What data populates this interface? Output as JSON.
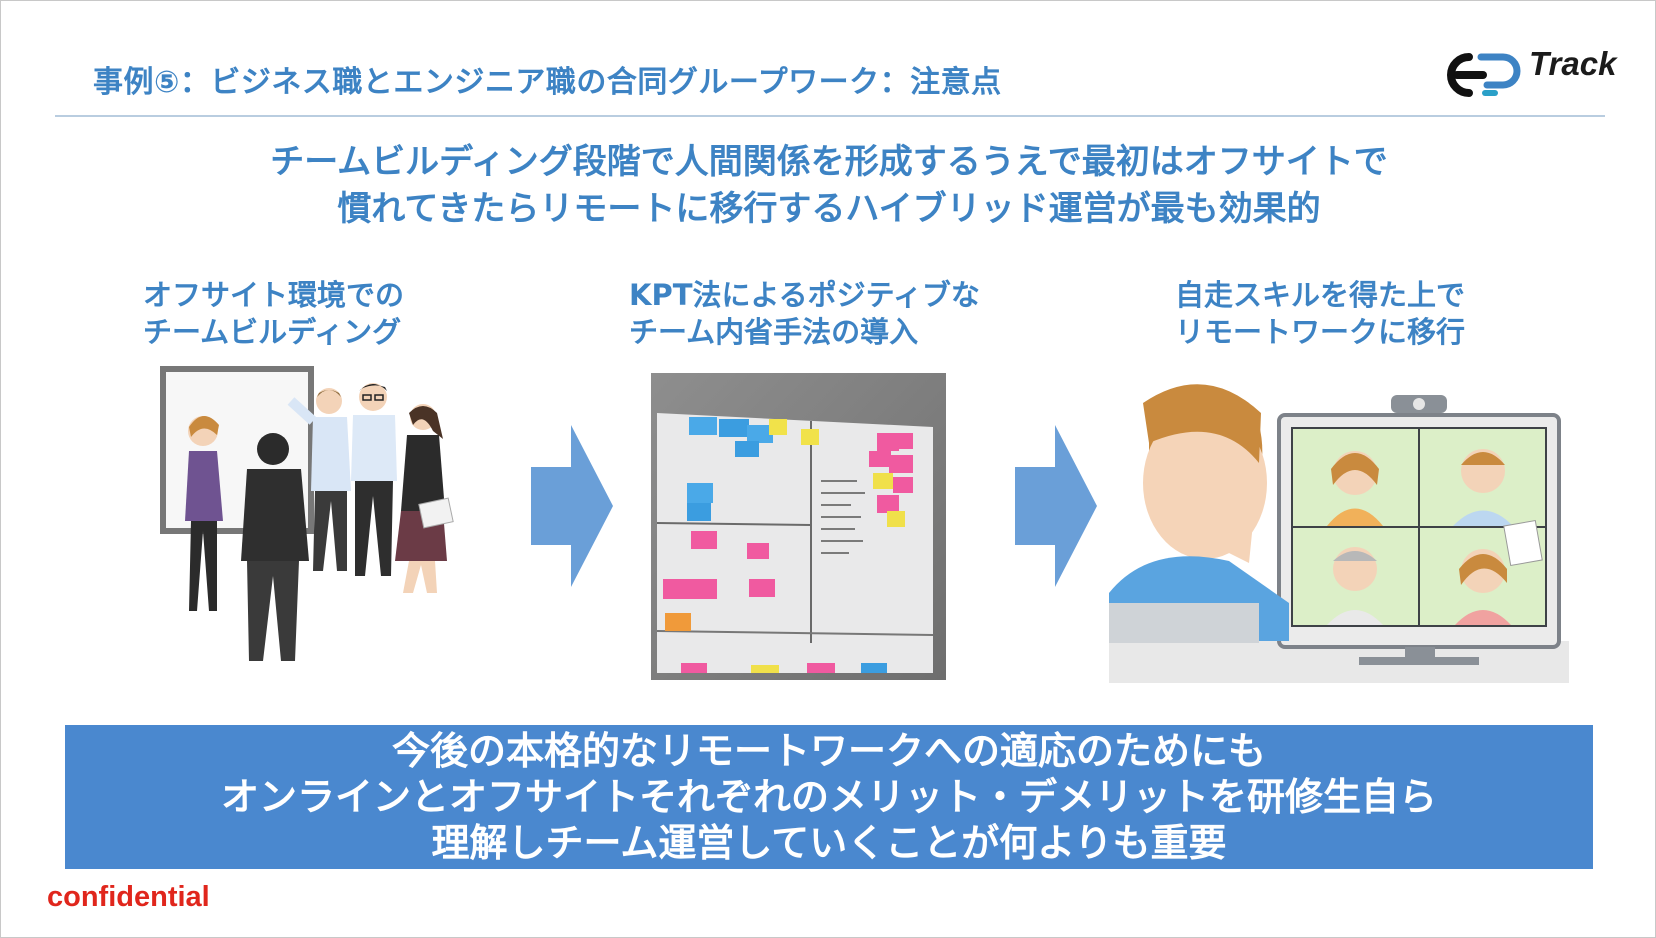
{
  "slide": {
    "title": "事例⑤：ビジネス職とエンジニア職の合同グループワーク：注意点",
    "logo_text": "Track",
    "headline": {
      "line1": "チームビルディング段階で人間関係を形成するうえで最初はオフサイトで",
      "line2": "慣れてきたらリモートに移行するハイブリッド運営が最も効果的"
    },
    "steps": [
      {
        "line1": "オフサイト環境での",
        "line2": "チームビルディング",
        "illustration": "people-at-whiteboard"
      },
      {
        "line1": "KPT法によるポジティブな",
        "line2": "チーム内省手法の導入",
        "illustration": "whiteboard-sticky-notes-photo"
      },
      {
        "line1": "自走スキルを得た上で",
        "line2": "リモートワークに移行",
        "illustration": "video-conference-monitor"
      }
    ],
    "arrow_color": "#6a9fd8",
    "banner": {
      "line1": "今後の本格的なリモートワークへの適応のためにも",
      "line2": "オンラインとオフサイトそれぞれのメリット・デメリットを研修生自ら",
      "line3": "理解しチーム運営していくことが何よりも重要",
      "color": "#4a88cf"
    },
    "footer": "confidential",
    "accent_color": "#3d83c4"
  }
}
